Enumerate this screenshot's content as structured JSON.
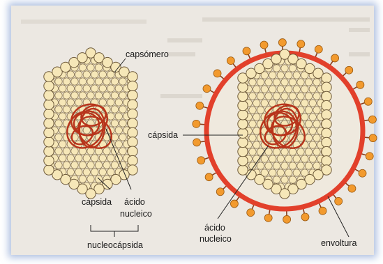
{
  "labels": {
    "capsomero": "capsómero",
    "capsida_left": "cápsida",
    "acido_left": "ácido",
    "nucleico_left": "nucleico",
    "nucleocapsida": "nucleocápsida",
    "capsida_right": "cápsida",
    "acido_right": "ácido",
    "nucleico_right": "nucleico",
    "envoltura": "envoltura"
  },
  "colors": {
    "capsomer_fill": "#f6e7b8",
    "capsomer_stroke": "#6e5a3a",
    "interior": "#e8dcc2",
    "nucleic_acid": "#b8341b",
    "envelope": "#e2402b",
    "spike": "#f29a2e"
  }
}
